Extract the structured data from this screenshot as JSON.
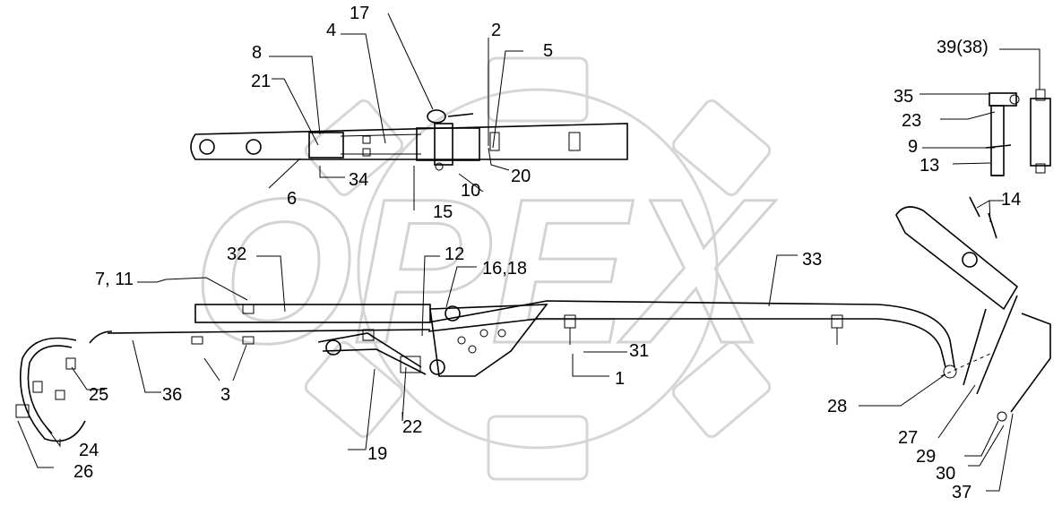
{
  "watermark": {
    "text": "OPEX"
  },
  "corner_mark": "",
  "callouts": [
    {
      "id": "c17",
      "text": "17"
    },
    {
      "id": "c4",
      "text": "4"
    },
    {
      "id": "c2",
      "text": "2"
    },
    {
      "id": "c5",
      "text": "5"
    },
    {
      "id": "c8",
      "text": "8"
    },
    {
      "id": "c21",
      "text": "21"
    },
    {
      "id": "c34",
      "text": "34"
    },
    {
      "id": "c6",
      "text": "6"
    },
    {
      "id": "c10",
      "text": "10"
    },
    {
      "id": "c20",
      "text": "20"
    },
    {
      "id": "c15",
      "text": "15"
    },
    {
      "id": "c3938",
      "text": "39(38)"
    },
    {
      "id": "c35",
      "text": "35"
    },
    {
      "id": "c23",
      "text": "23"
    },
    {
      "id": "c9",
      "text": "9"
    },
    {
      "id": "c13",
      "text": "13"
    },
    {
      "id": "c14",
      "text": "14"
    },
    {
      "id": "c32",
      "text": "32"
    },
    {
      "id": "c12",
      "text": "12"
    },
    {
      "id": "c1618",
      "text": "16,18"
    },
    {
      "id": "c33",
      "text": "33"
    },
    {
      "id": "c711",
      "text": "7, 11"
    },
    {
      "id": "c31",
      "text": "31"
    },
    {
      "id": "c1",
      "text": "1"
    },
    {
      "id": "c25",
      "text": "25"
    },
    {
      "id": "c36",
      "text": "36"
    },
    {
      "id": "c3",
      "text": "3"
    },
    {
      "id": "c22",
      "text": "22"
    },
    {
      "id": "c19",
      "text": "19"
    },
    {
      "id": "c24",
      "text": "24"
    },
    {
      "id": "c26",
      "text": "26"
    },
    {
      "id": "c28",
      "text": "28"
    },
    {
      "id": "c27",
      "text": "27"
    },
    {
      "id": "c29",
      "text": "29"
    },
    {
      "id": "c30",
      "text": "30"
    },
    {
      "id": "c37",
      "text": "37"
    }
  ]
}
